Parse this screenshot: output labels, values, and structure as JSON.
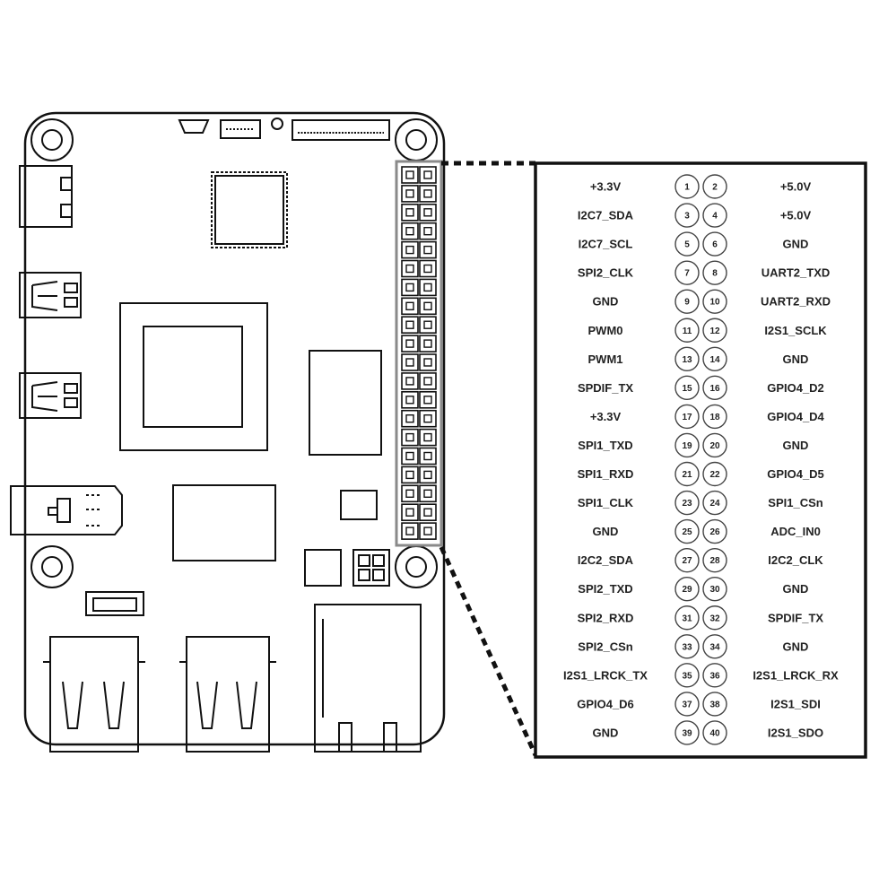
{
  "pinout": {
    "rows": [
      {
        "left_label": "+3.3V",
        "left_pin": "1",
        "right_pin": "2",
        "right_label": "+5.0V"
      },
      {
        "left_label": "I2C7_SDA",
        "left_pin": "3",
        "right_pin": "4",
        "right_label": "+5.0V"
      },
      {
        "left_label": "I2C7_SCL",
        "left_pin": "5",
        "right_pin": "6",
        "right_label": "GND"
      },
      {
        "left_label": "SPI2_CLK",
        "left_pin": "7",
        "right_pin": "8",
        "right_label": "UART2_TXD"
      },
      {
        "left_label": "GND",
        "left_pin": "9",
        "right_pin": "10",
        "right_label": "UART2_RXD"
      },
      {
        "left_label": "PWM0",
        "left_pin": "11",
        "right_pin": "12",
        "right_label": "I2S1_SCLK"
      },
      {
        "left_label": "PWM1",
        "left_pin": "13",
        "right_pin": "14",
        "right_label": "GND"
      },
      {
        "left_label": "SPDIF_TX",
        "left_pin": "15",
        "right_pin": "16",
        "right_label": "GPIO4_D2"
      },
      {
        "left_label": "+3.3V",
        "left_pin": "17",
        "right_pin": "18",
        "right_label": "GPIO4_D4"
      },
      {
        "left_label": "SPI1_TXD",
        "left_pin": "19",
        "right_pin": "20",
        "right_label": "GND"
      },
      {
        "left_label": "SPI1_RXD",
        "left_pin": "21",
        "right_pin": "22",
        "right_label": "GPIO4_D5"
      },
      {
        "left_label": "SPI1_CLK",
        "left_pin": "23",
        "right_pin": "24",
        "right_label": "SPI1_CSn"
      },
      {
        "left_label": "GND",
        "left_pin": "25",
        "right_pin": "26",
        "right_label": "ADC_IN0"
      },
      {
        "left_label": "I2C2_SDA",
        "left_pin": "27",
        "right_pin": "28",
        "right_label": "I2C2_CLK"
      },
      {
        "left_label": "SPI2_TXD",
        "left_pin": "29",
        "right_pin": "30",
        "right_label": "GND"
      },
      {
        "left_label": "SPI2_RXD",
        "left_pin": "31",
        "right_pin": "32",
        "right_label": "SPDIF_TX"
      },
      {
        "left_label": "SPI2_CSn",
        "left_pin": "33",
        "right_pin": "34",
        "right_label": "GND"
      },
      {
        "left_label": "I2S1_LRCK_TX",
        "left_pin": "35",
        "right_pin": "36",
        "right_label": "I2S1_LRCK_RX"
      },
      {
        "left_label": "GPIO4_D6",
        "left_pin": "37",
        "right_pin": "38",
        "right_label": "I2S1_SDI"
      },
      {
        "left_label": "GND",
        "left_pin": "39",
        "right_pin": "40",
        "right_label": "I2S1_SDO"
      }
    ]
  },
  "colors": {
    "line": "#111111",
    "header_outline": "#8a8a8a",
    "background": "#ffffff"
  }
}
